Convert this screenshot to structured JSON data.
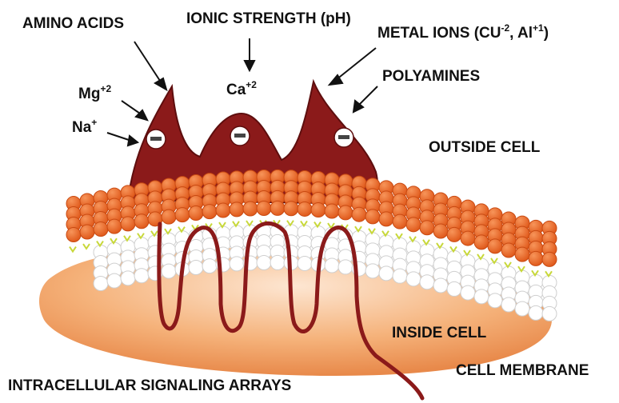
{
  "labels": {
    "amino_acids": "AMINO ACIDS",
    "ionic_strength": "IONIC STRENGTH (pH)",
    "metal_ions_main": "METAL IONS (CU",
    "metal_ions_sup1": "-2",
    "metal_ions_mid": ", Al",
    "metal_ions_sup2": "+1",
    "metal_ions_end": ")",
    "mg_base": "Mg",
    "mg_sup": "+2",
    "na_base": "Na",
    "na_sup": "+",
    "ca_base": "Ca",
    "ca_sup": "+2",
    "polyamines": "POLYAMINES",
    "outside_cell": "OUTSIDE CELL",
    "inside_cell": "INSIDE CELL",
    "cell_membrane": "CELL MEMBRANE",
    "intracellular": "INTRACELLULAR SIGNALING ARRAYS"
  },
  "charges": [
    "⊖",
    "⊖",
    "⊖"
  ],
  "colors": {
    "head_orange": "#f06a2a",
    "head_orange_dark": "#c94a12",
    "inner_white": "#ffffff",
    "inner_outline": "#cfcfcf",
    "receptor": "#8b1a1a",
    "receptor_dark": "#5e0e0e",
    "cytoplasm": "#f2a262",
    "lipid_tail": "#c8d83a"
  }
}
